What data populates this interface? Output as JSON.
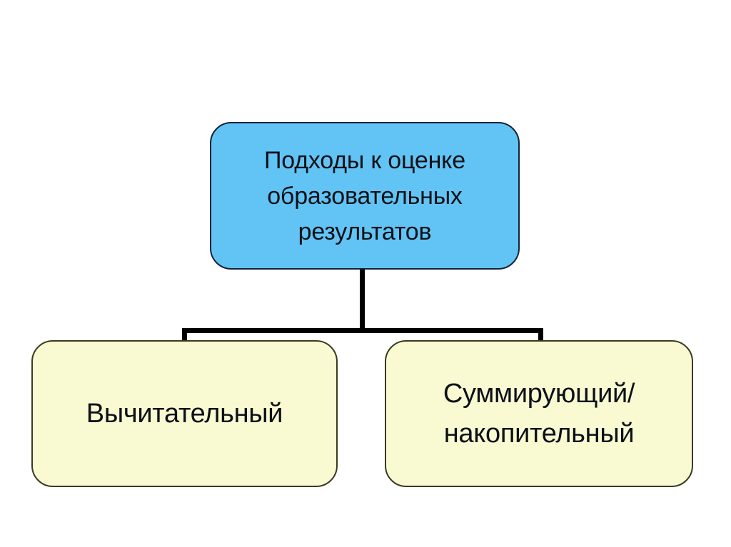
{
  "diagram": {
    "title_text": "Подходы к оценке образовательных результатов",
    "background_color": "#ffffff",
    "root": {
      "label": "Подходы к оценке\nобразовательных\nрезультатов",
      "fill_color": "#62C4F5",
      "border_color": "#12233a",
      "text_color": "#0d1117"
    },
    "children": [
      {
        "label": "Вычитательный",
        "fill_color": "#FAFAD2",
        "border_color": "#3a3a22",
        "text_color": "#0d1117"
      },
      {
        "label": "Суммирующий/\nнакопительный",
        "fill_color": "#FAFAD2",
        "border_color": "#3a3a22",
        "text_color": "#0d1117"
      }
    ],
    "connector": {
      "color": "#000000",
      "style": "orthogonal-tree"
    }
  }
}
